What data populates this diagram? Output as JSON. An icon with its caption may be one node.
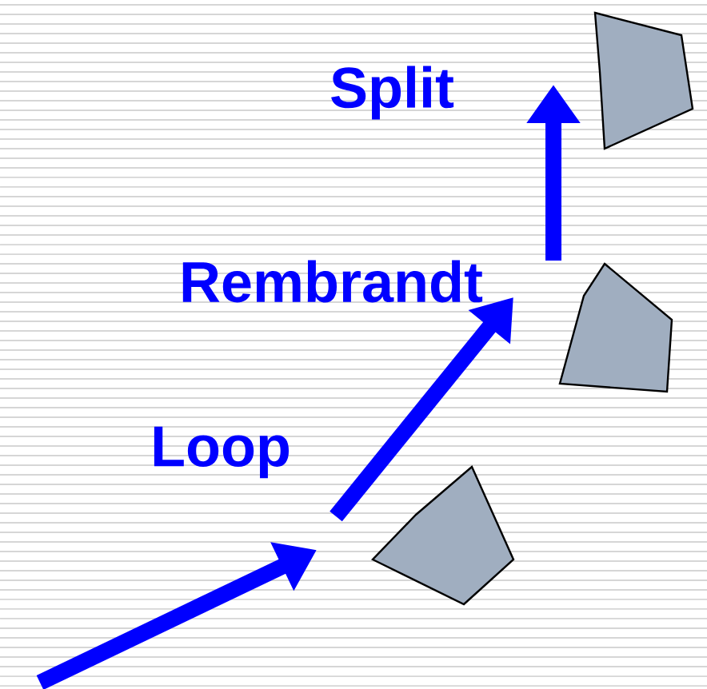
{
  "diagram": {
    "labels": [
      "Split",
      "Rembrandt",
      "Loop"
    ]
  }
}
